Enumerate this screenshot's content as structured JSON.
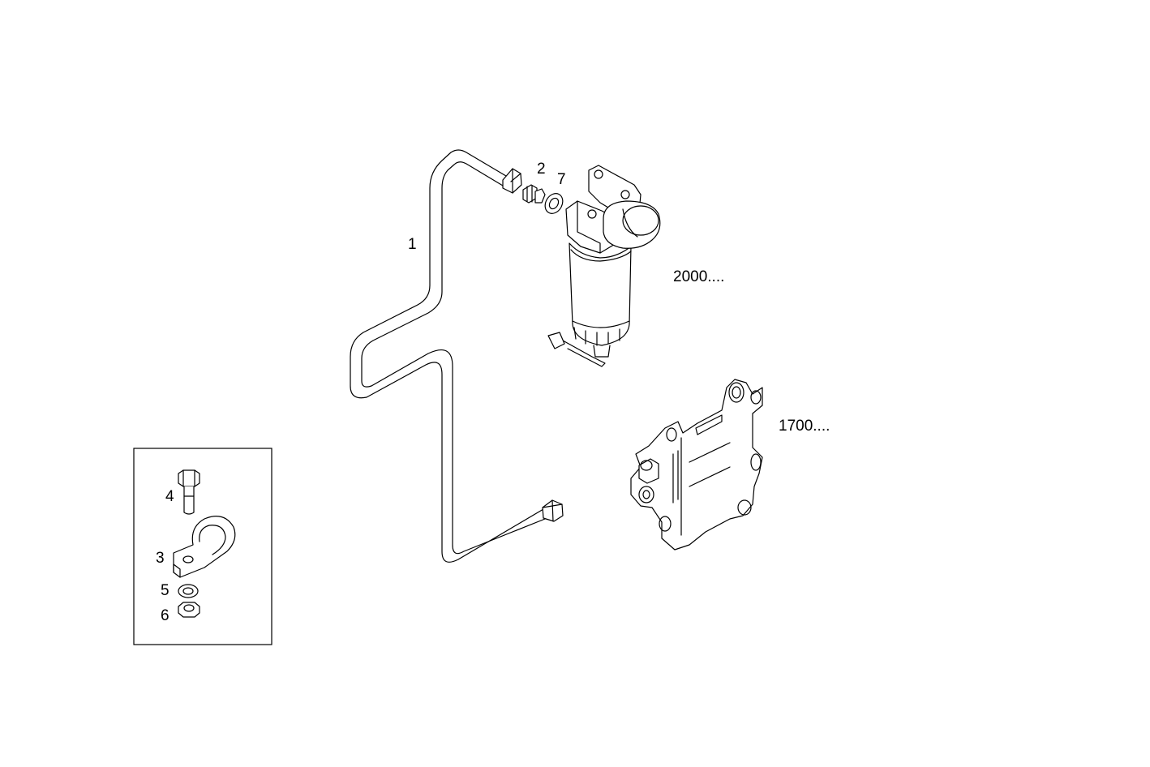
{
  "callouts": {
    "pipe": "1",
    "fitting": "2",
    "clamp": "3",
    "bolt": "4",
    "washer": "5",
    "nut": "6",
    "seal_ring": "7",
    "filter_ref": "2000....",
    "plate_ref": "1700...."
  },
  "colors": {
    "line": "#000000",
    "background": "#ffffff"
  }
}
